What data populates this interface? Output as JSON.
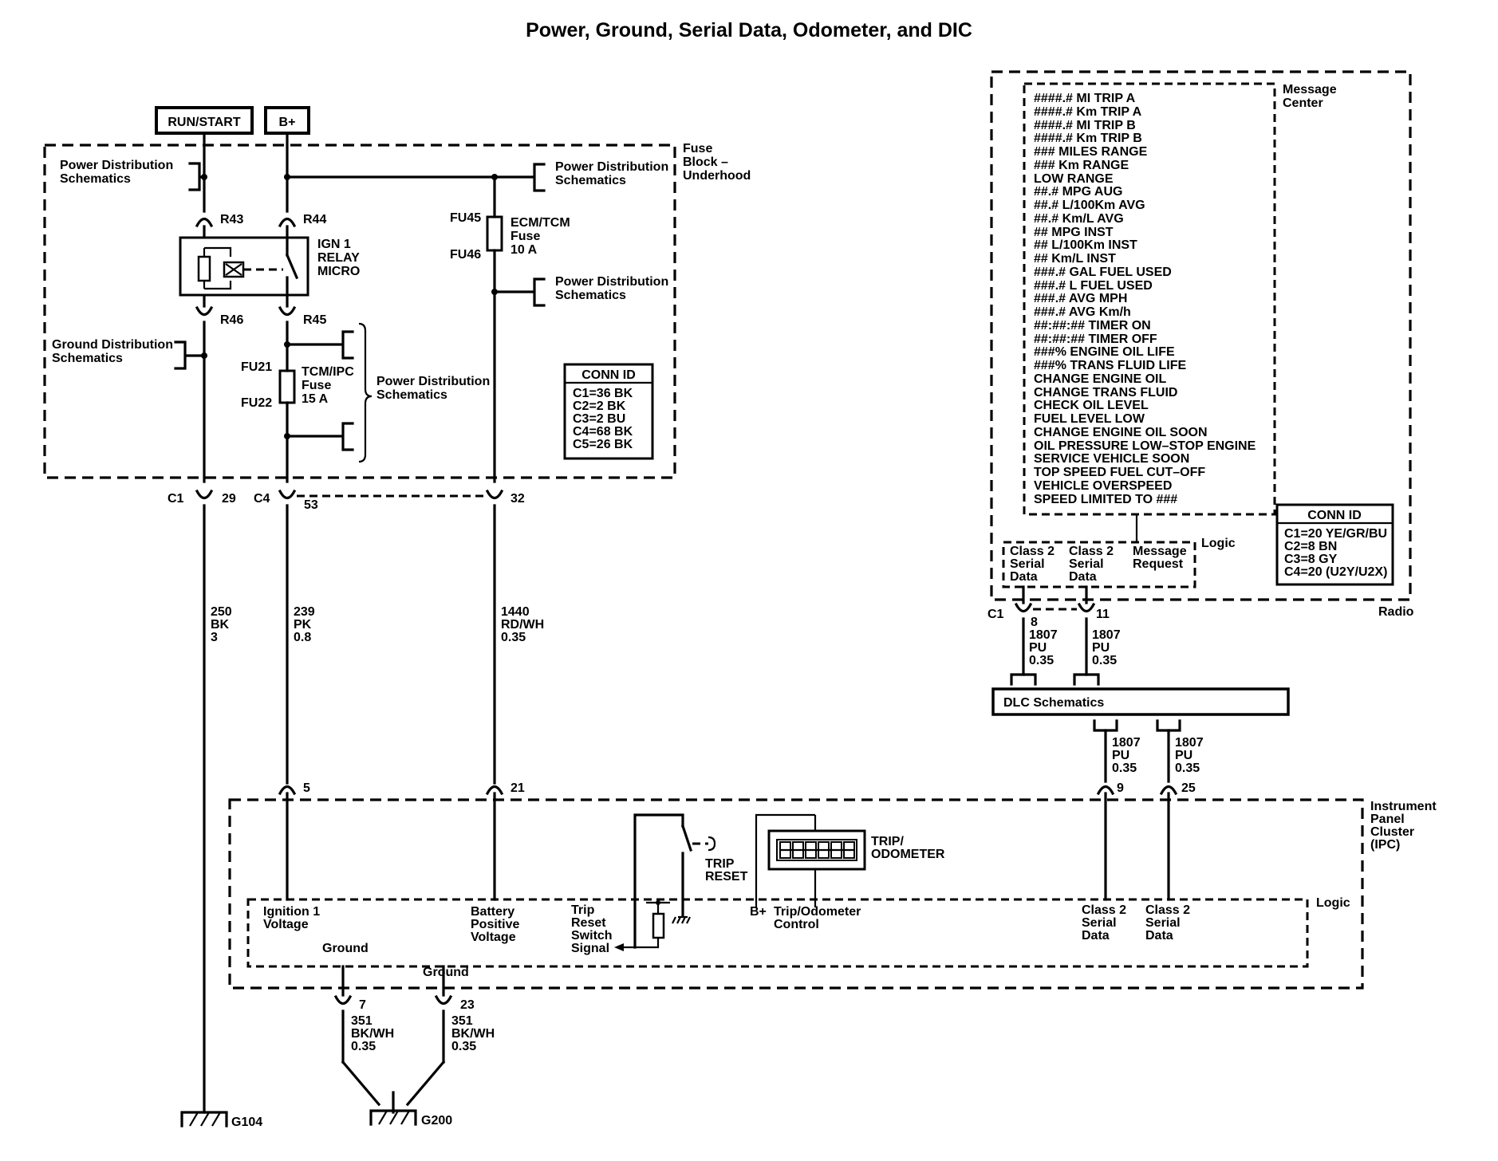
{
  "title": "Power, Ground, Serial Data, Odometer, and DIC",
  "sources": {
    "run_start": "RUN/START",
    "bplus": "B+"
  },
  "fuse_block": {
    "label_1": "Fuse",
    "label_2": "Block –",
    "label_3": "Underhood",
    "pd_a_1": "Power Distribution",
    "pd_a_2": "Schematics",
    "pd_b_1": "Power Distribution",
    "pd_b_2": "Schematics",
    "pd_c_1": "Power Distribution",
    "pd_c_2": "Schematics",
    "pd_d_1": "Power Distribution",
    "pd_d_2": "Schematics",
    "gd_1": "Ground Distribution",
    "gd_2": "Schematics",
    "r43": "R43",
    "r44": "R44",
    "r45": "R45",
    "r46": "R46",
    "relay_1": "IGN 1",
    "relay_2": "RELAY",
    "relay_3": "MICRO",
    "fu45": "FU45",
    "fu46": "FU46",
    "ecm_1": "ECM/TCM",
    "ecm_2": "Fuse",
    "ecm_3": "10 A",
    "fu21": "FU21",
    "fu22": "FU22",
    "tcm_1": "TCM/IPC",
    "tcm_2": "Fuse",
    "tcm_3": "15 A"
  },
  "conn_id_left": {
    "header": "CONN ID",
    "rows": [
      "C1=36 BK",
      "C2=2 BK",
      "C3=2 BU",
      "C4=68 BK",
      "C5=26 BK"
    ]
  },
  "connectors": {
    "c1": "C1",
    "p29": "29",
    "c4": "C4",
    "p53": "53",
    "p32": "32",
    "p5": "5",
    "p21": "21",
    "p7": "7",
    "p23": "23",
    "p9": "9",
    "p25": "25",
    "rc1": "C1",
    "p8": "8",
    "p11": "11"
  },
  "wires": {
    "w1_1": "250",
    "w1_2": "BK",
    "w1_3": "3",
    "w2_1": "239",
    "w2_2": "PK",
    "w2_3": "0.8",
    "w3_1": "1440",
    "w3_2": "RD/WH",
    "w3_3": "0.35",
    "g7_1": "351",
    "g7_2": "BK/WH",
    "g7_3": "0.35",
    "g23_1": "351",
    "g23_2": "BK/WH",
    "g23_3": "0.35",
    "r8_1": "1807",
    "r8_2": "PU",
    "r8_3": "0.35",
    "r11_1": "1807",
    "r11_2": "PU",
    "r11_3": "0.35",
    "d9_1": "1807",
    "d9_2": "PU",
    "d9_3": "0.35",
    "d25_1": "1807",
    "d25_2": "PU",
    "d25_3": "0.35"
  },
  "radio": {
    "label": "Radio",
    "mc_1": "Message",
    "mc_2": "Center",
    "logic": "Logic",
    "messages": [
      "####.# MI TRIP A",
      "####.# Km TRIP A",
      "####.# MI TRIP B",
      "####.# Km TRIP B",
      "### MILES RANGE",
      "### Km RANGE",
      "LOW RANGE",
      "##.# MPG AUG",
      "##.# L/100Km AVG",
      "##.# Km/L AVG",
      "## MPG INST",
      "## L/100Km INST",
      "## Km/L INST",
      "###.# GAL FUEL USED",
      "###.# L FUEL USED",
      "###.# AVG MPH",
      "###.# AVG Km/h",
      "##:##:## TIMER ON",
      "##:##:## TIMER OFF",
      "###% ENGINE OIL LIFE",
      "###% TRANS FLUID LIFE",
      "CHANGE ENGINE OIL",
      "CHANGE TRANS FLUID",
      "CHECK OIL LEVEL",
      "FUEL LEVEL LOW",
      "CHANGE ENGINE OIL SOON",
      "OIL PRESSURE LOW–STOP ENGINE",
      "SERVICE VEHICLE SOON",
      "TOP SPEED FUEL CUT–OFF",
      "VEHICLE OVERSPEED",
      "SPEED LIMITED TO ###"
    ],
    "cs1_1": "Class 2",
    "cs1_2": "Serial",
    "cs1_3": "Data",
    "cs2_1": "Class 2",
    "cs2_2": "Serial",
    "cs2_3": "Data",
    "mr_1": "Message",
    "mr_2": "Request"
  },
  "conn_id_right": {
    "header": "CONN ID",
    "rows": [
      "C1=20 YE/GR/BU",
      "C2=8 BN",
      "C3=8 GY",
      "C4=20 (U2Y/U2X)"
    ]
  },
  "dlc": "DLC Schematics",
  "ipc": {
    "label_1": "Instrument",
    "label_2": "Panel",
    "label_3": "Cluster",
    "label_4": "(IPC)",
    "logic": "Logic",
    "ign_1": "Ignition 1",
    "ign_2": "Voltage",
    "bat_1": "Battery",
    "bat_2": "Positive",
    "bat_3": "Voltage",
    "trs_1": "Trip",
    "trs_2": "Reset",
    "trs_3": "Switch",
    "trs_4": "Signal",
    "bplus": "B+",
    "toc_1": "Trip/Odometer",
    "toc_2": "Control",
    "c2a_1": "Class 2",
    "c2a_2": "Serial",
    "c2a_3": "Data",
    "c2b_1": "Class 2",
    "c2b_2": "Serial",
    "c2b_3": "Data",
    "ground_1": "Ground",
    "ground_2": "Ground",
    "trip_reset_1": "TRIP",
    "trip_reset_2": "RESET",
    "odo_1": "TRIP/",
    "odo_2": "ODOMETER"
  },
  "grounds": {
    "g104": "G104",
    "g200": "G200"
  }
}
